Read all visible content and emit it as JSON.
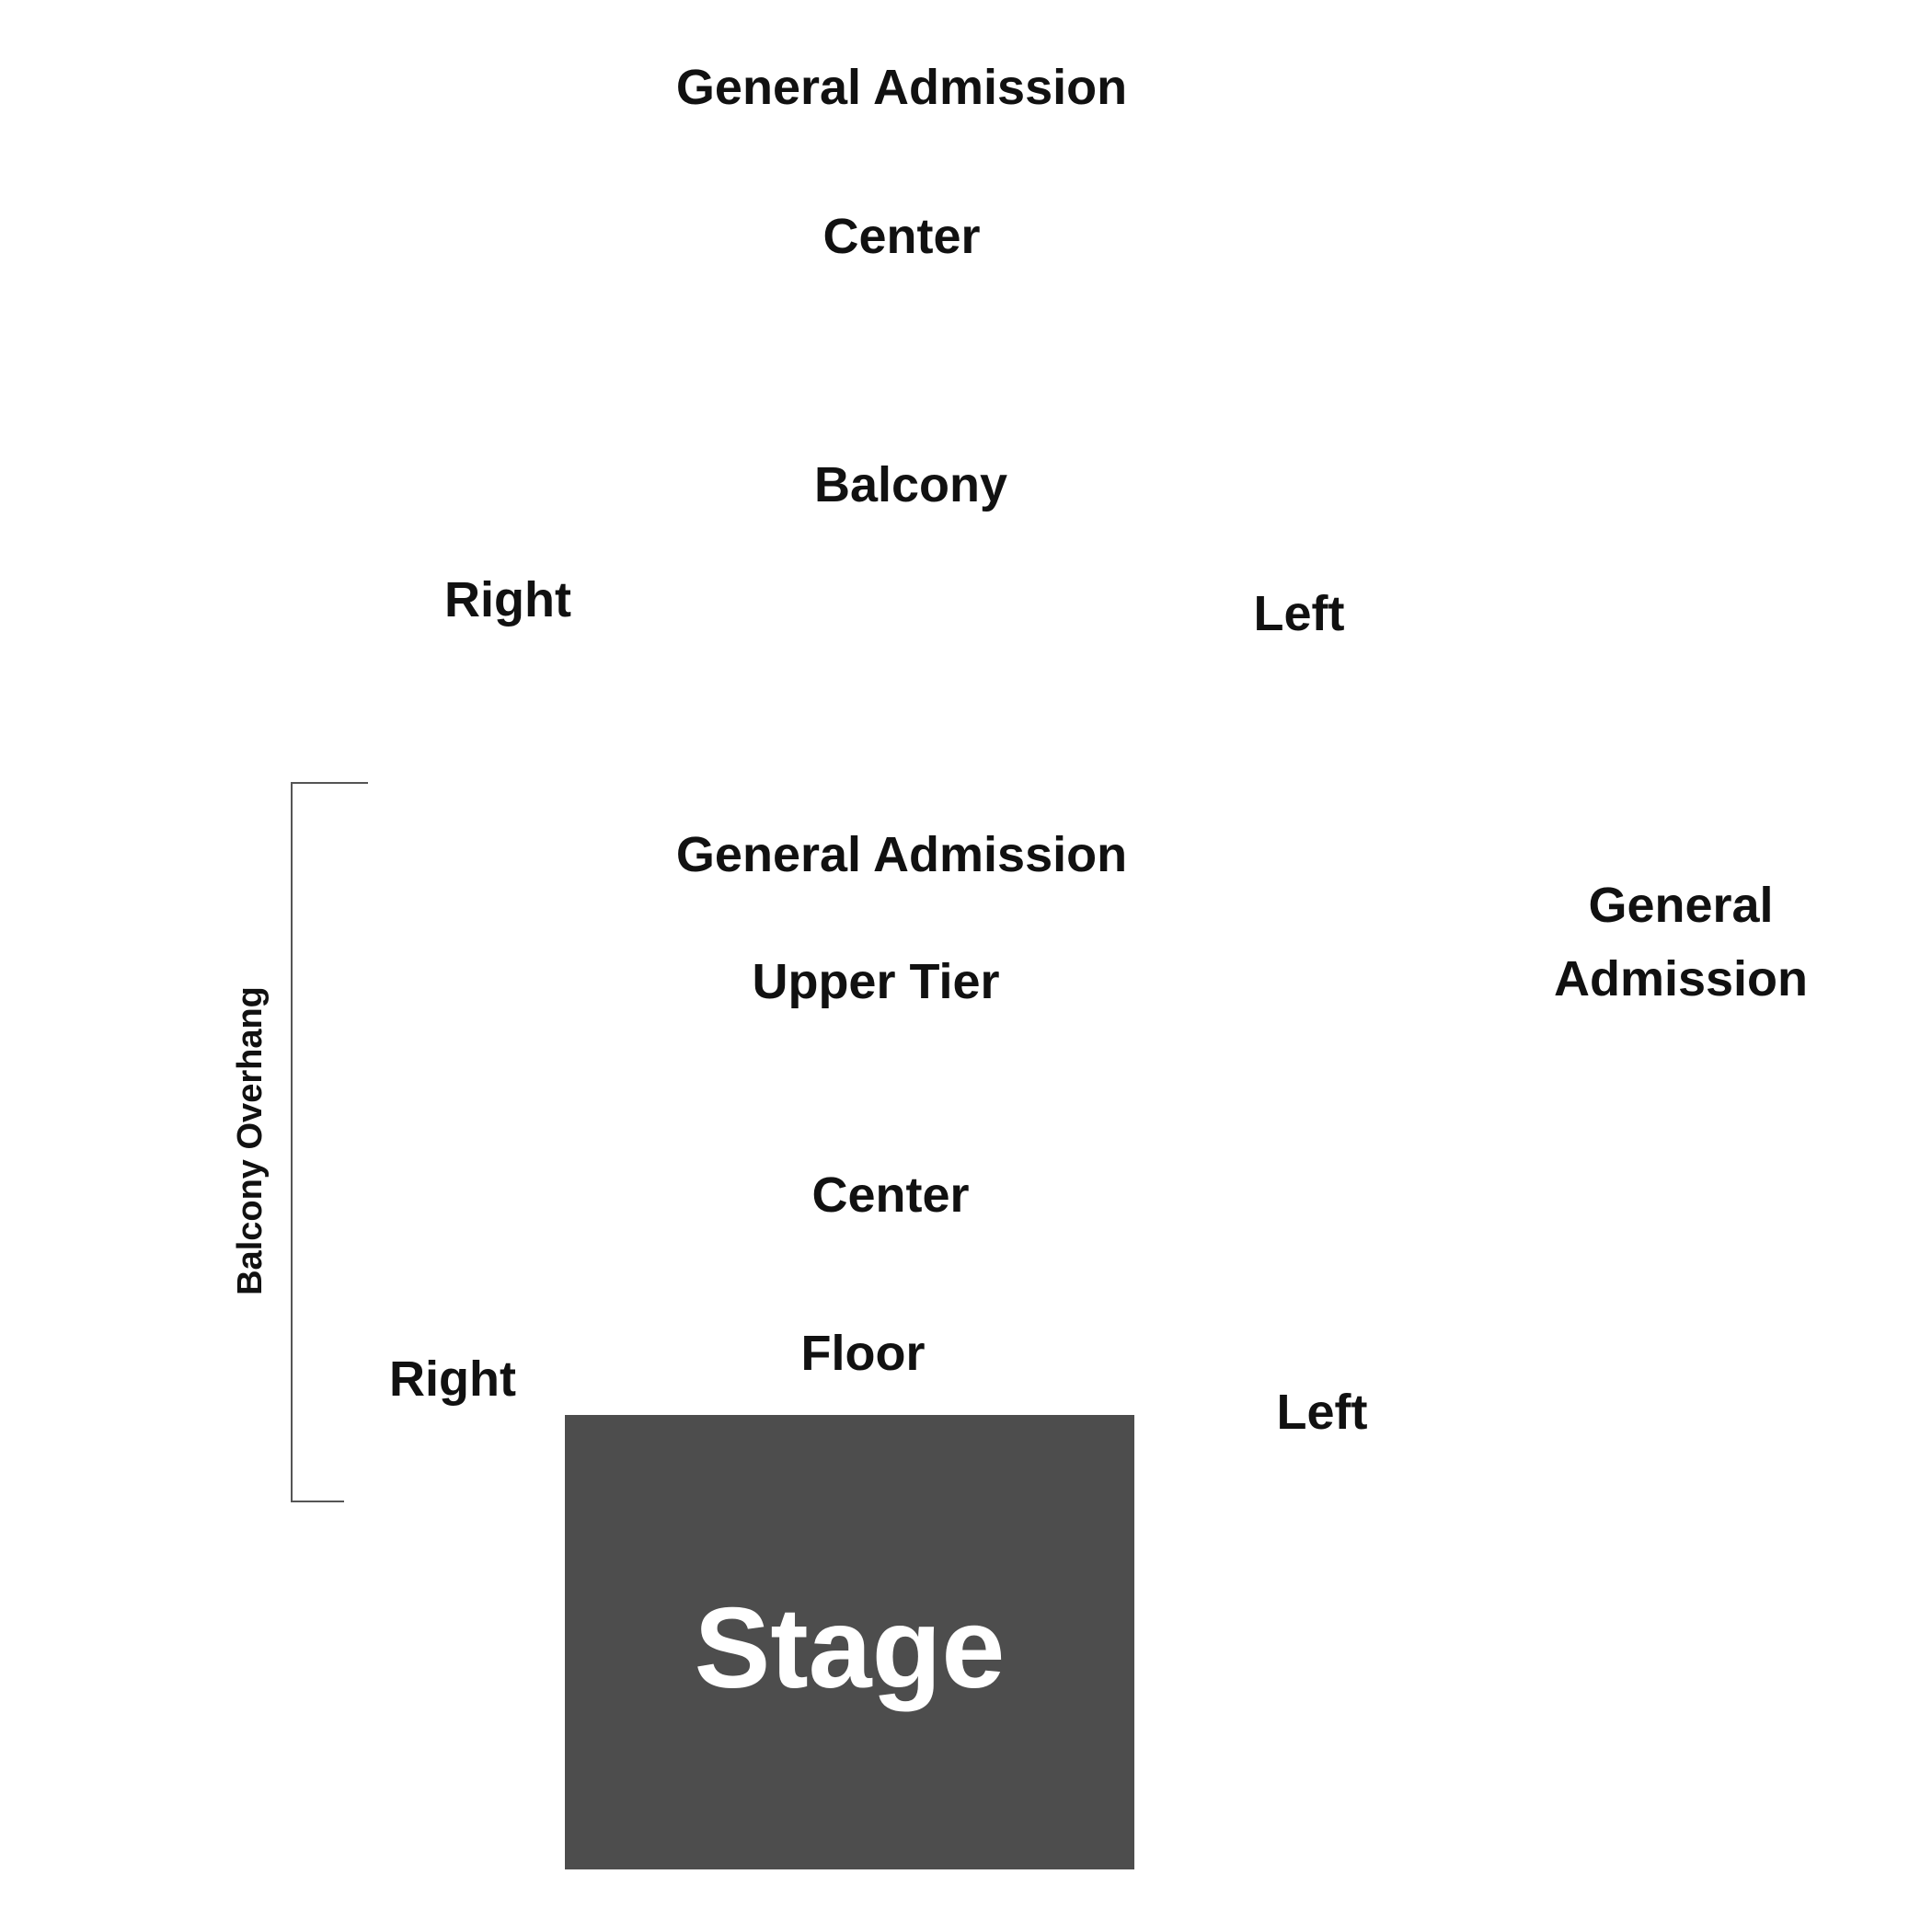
{
  "colors": {
    "stage_fill": "#4d4d4d",
    "stage_text": "#ffffff",
    "label_text": "#111111",
    "bracket_line": "#555555"
  },
  "balcony": {
    "general_admission": "General Admission",
    "center": "Center",
    "title": "Balcony",
    "right": "Right",
    "left": "Left"
  },
  "lower": {
    "general_admission": "General Admission",
    "upper_tier": "Upper Tier",
    "general_admission_side": [
      "General",
      "Admission"
    ],
    "center": "Center",
    "floor": "Floor",
    "right": "Right",
    "left": "Left"
  },
  "overhang": {
    "label": "Balcony Overhang"
  },
  "stage": {
    "label": "Stage"
  }
}
